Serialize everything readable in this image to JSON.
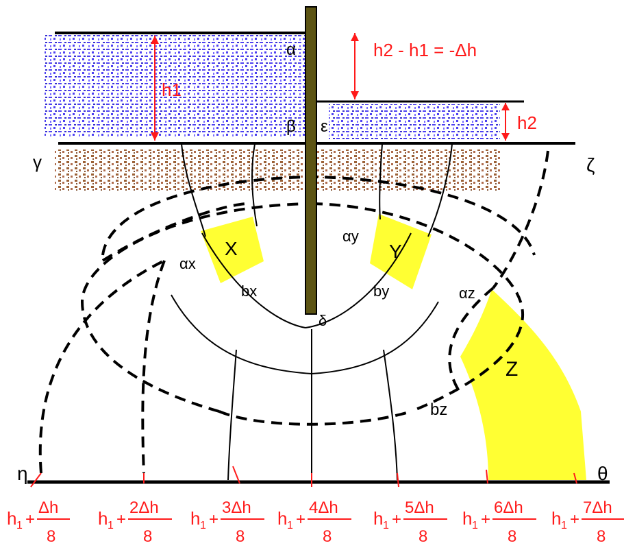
{
  "diagram": {
    "points": {
      "alpha": "α",
      "beta": "β",
      "gamma": "γ",
      "delta": "δ",
      "epsilon": "ε",
      "zeta": "ζ",
      "eta": "η",
      "theta": "θ"
    },
    "upstream_depth": "h1",
    "downstream_depth": "h2",
    "head_difference": "h2 - h1 = -Δh",
    "cells": {
      "x": {
        "name": "X",
        "a": "αx",
        "b": "bx"
      },
      "y": {
        "name": "Y",
        "a": "αy",
        "b": "by"
      },
      "z": {
        "name": "Z",
        "a": "αz",
        "b": "bz"
      }
    },
    "head_levels": [
      {
        "n": "",
        "label": "h1 + Δh/8"
      },
      {
        "n": "2",
        "label": "h1 + 2Δh/8"
      },
      {
        "n": "3",
        "label": "h1 + 3Δh/8"
      },
      {
        "n": "4",
        "label": "h1 + 4Δh/8"
      },
      {
        "n": "5",
        "label": "h1 + 5Δh/8"
      },
      {
        "n": "6",
        "label": "h1 + 6Δh/8"
      },
      {
        "n": "7",
        "label": "h1 + 7Δh/8"
      }
    ],
    "colors": {
      "water": "#3a2cf0",
      "soil": "#8b4513",
      "sheet_pile": "#5c5414",
      "cell_fill": "#ffff33",
      "annotation": "#ff1a1a"
    }
  }
}
